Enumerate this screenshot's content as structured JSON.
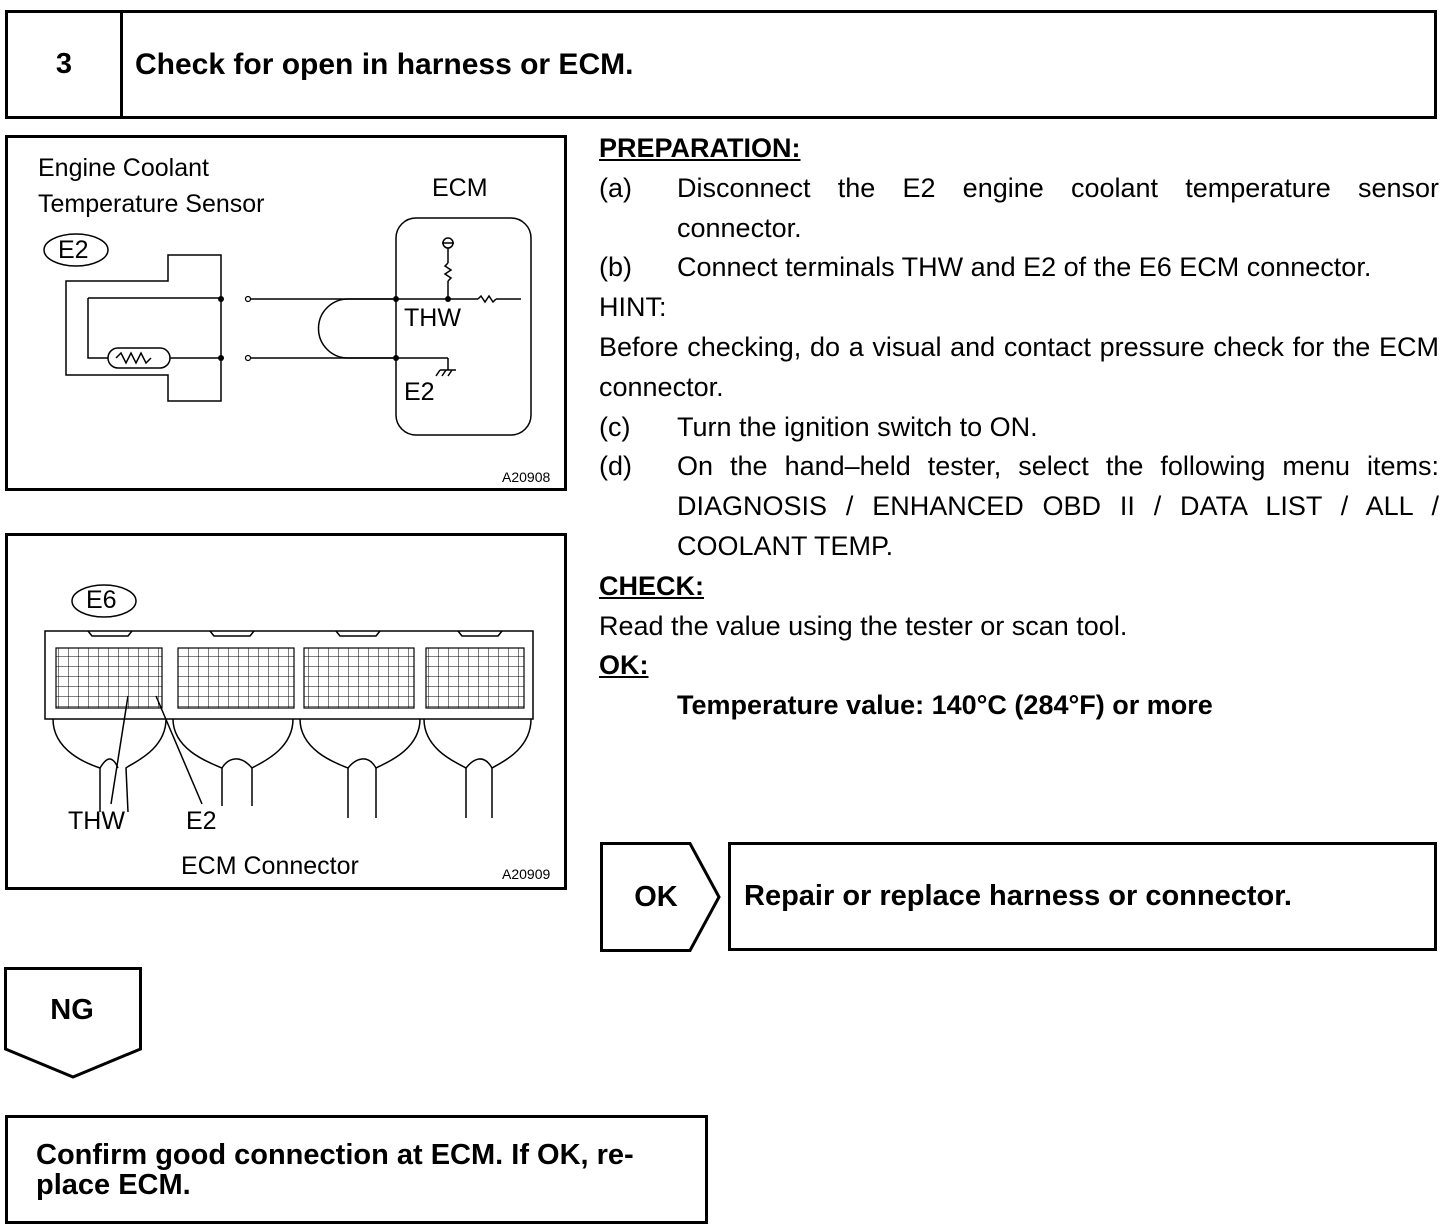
{
  "step": {
    "number": "3",
    "title": "Check for open in harness or ECM."
  },
  "figure1": {
    "sensor_label_line1": "Engine Coolant",
    "sensor_label_line2": "Temperature Sensor",
    "ecm_label": "ECM",
    "connector_badge": "E2",
    "thw_label": "THW",
    "e2_label": "E2",
    "figure_id": "A20908"
  },
  "figure2": {
    "connector_badge": "E6",
    "thw_label": "THW",
    "e2_label": "E2",
    "caption": "ECM Connector",
    "figure_id": "A20909"
  },
  "procedure": {
    "preparation_heading": "PREPARATION:",
    "step_a_label": "(a)",
    "step_a_text": "Disconnect the E2 engine coolant temperature sensor connector.",
    "step_b_label": "(b)",
    "step_b_text": "Connect terminals THW and E2 of the E6 ECM connector.",
    "hint_heading": "HINT:",
    "hint_text": "Before checking, do a visual and contact pressure check for the ECM connector.",
    "step_c_label": "(c)",
    "step_c_text": "Turn the ignition switch to ON.",
    "step_d_label": "(d)",
    "step_d_text": "On the hand–held tester, select the following menu items: DIAGNOSIS / ENHANCED OBD II / DATA LIST / ALL / COOLANT TEMP.",
    "check_heading": "CHECK:",
    "check_text": "Read the value using the tester or scan tool.",
    "ok_heading": "OK:",
    "ok_spec": "Temperature value: 140°C (284°F) or more"
  },
  "results": {
    "ok_label": "OK",
    "ok_action": "Repair or replace harness or connector.",
    "ng_label": "NG",
    "ng_action": "Confirm good connection at ECM. If OK, re- place ECM."
  }
}
